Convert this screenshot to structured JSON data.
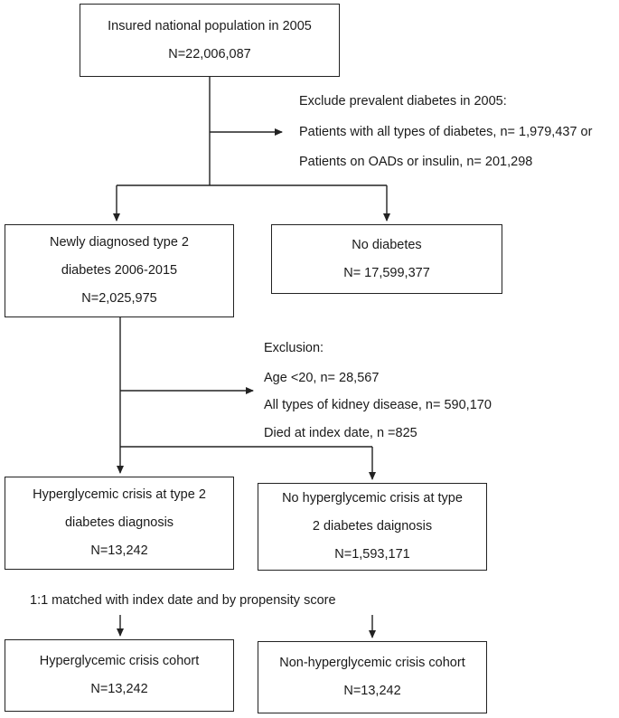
{
  "boxes": {
    "insured": {
      "lines": [
        "Insured national population in 2005",
        "N=22,006,087"
      ]
    },
    "newly": {
      "lines": [
        "Newly diagnosed type 2",
        "diabetes 2006-2015",
        "N=2,025,975"
      ]
    },
    "nodiab": {
      "lines": [
        "No diabetes",
        "N= 17,599,377"
      ]
    },
    "hyper": {
      "lines": [
        "Hyperglycemic crisis at type 2",
        "diabetes diagnosis",
        "N=13,242"
      ]
    },
    "nohyper": {
      "lines": [
        "No hyperglycemic crisis at type",
        "2 diabetes daignosis",
        "N=1,593,171"
      ]
    },
    "hypercohort": {
      "lines": [
        "Hyperglycemic crisis cohort",
        "N=13,242"
      ]
    },
    "nonhypercohort": {
      "lines": [
        "Non-hyperglycemic crisis cohort",
        "N=13,242"
      ]
    }
  },
  "exclusions": {
    "first": [
      "Exclude prevalent diabetes in 2005:",
      "Patients with all types of diabetes, n= 1,979,437 or",
      "Patients on OADs or insulin, n= 201,298"
    ],
    "second": [
      "Exclusion:",
      "Age <20, n= 28,567",
      "All types of kidney disease, n= 590,170",
      "Died at index date, n =825"
    ]
  },
  "matching": "1:1 matched with index date and by propensity score"
}
